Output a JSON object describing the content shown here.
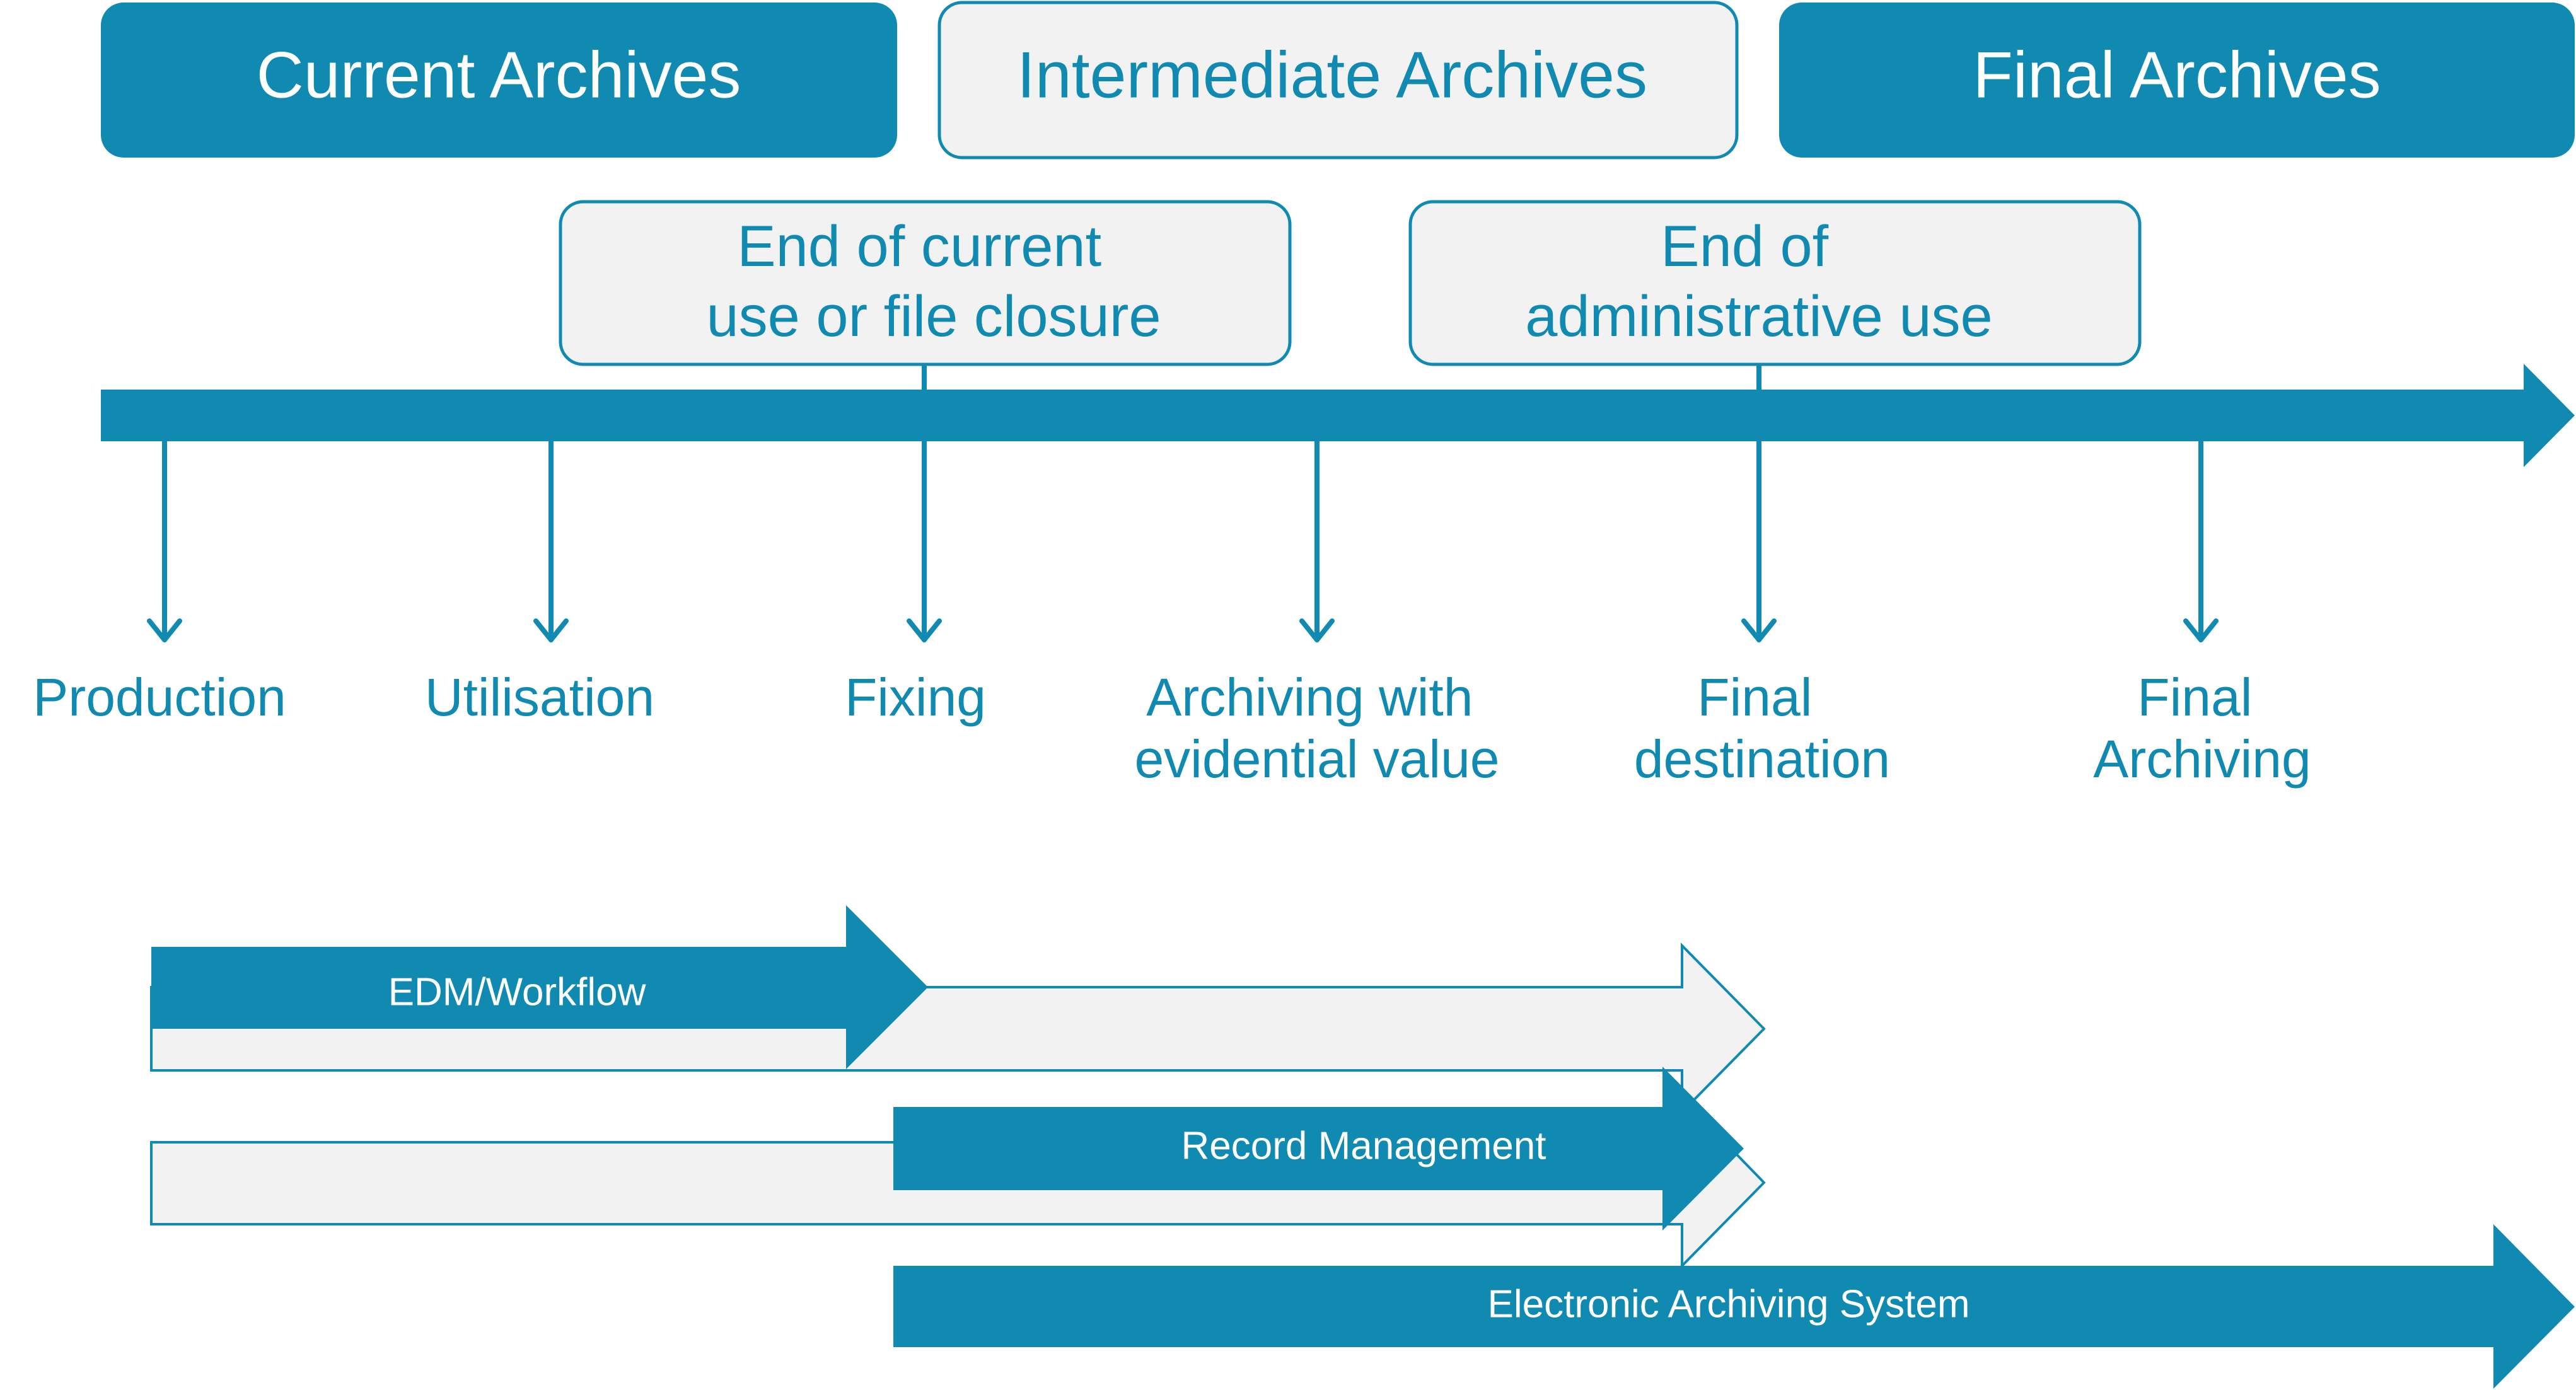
{
  "colors": {
    "accent": "#118ab2",
    "panel_fill": "#f2f2f2",
    "background": "#ffffff",
    "text_on_accent": "#ffffff"
  },
  "phases": [
    {
      "label": "Current Archives",
      "style": "filled"
    },
    {
      "label": "Intermediate Archives",
      "style": "outline"
    },
    {
      "label": "Final Archives",
      "style": "filled"
    }
  ],
  "milestones": [
    {
      "lines": [
        "End of current",
        "use or file closure"
      ]
    },
    {
      "lines": [
        "End of",
        "administrative use"
      ]
    }
  ],
  "stages": [
    {
      "lines": [
        "Production"
      ]
    },
    {
      "lines": [
        "Utilisation"
      ]
    },
    {
      "lines": [
        "Fixing"
      ]
    },
    {
      "lines": [
        "Archiving with",
        "evidential value"
      ]
    },
    {
      "lines": [
        "Final",
        "destination"
      ]
    },
    {
      "lines": [
        "Final",
        "Archiving"
      ]
    }
  ],
  "systems": [
    {
      "label": "EDM/Workflow"
    },
    {
      "label": "Record Management"
    },
    {
      "label": "Electronic Archiving System"
    }
  ]
}
